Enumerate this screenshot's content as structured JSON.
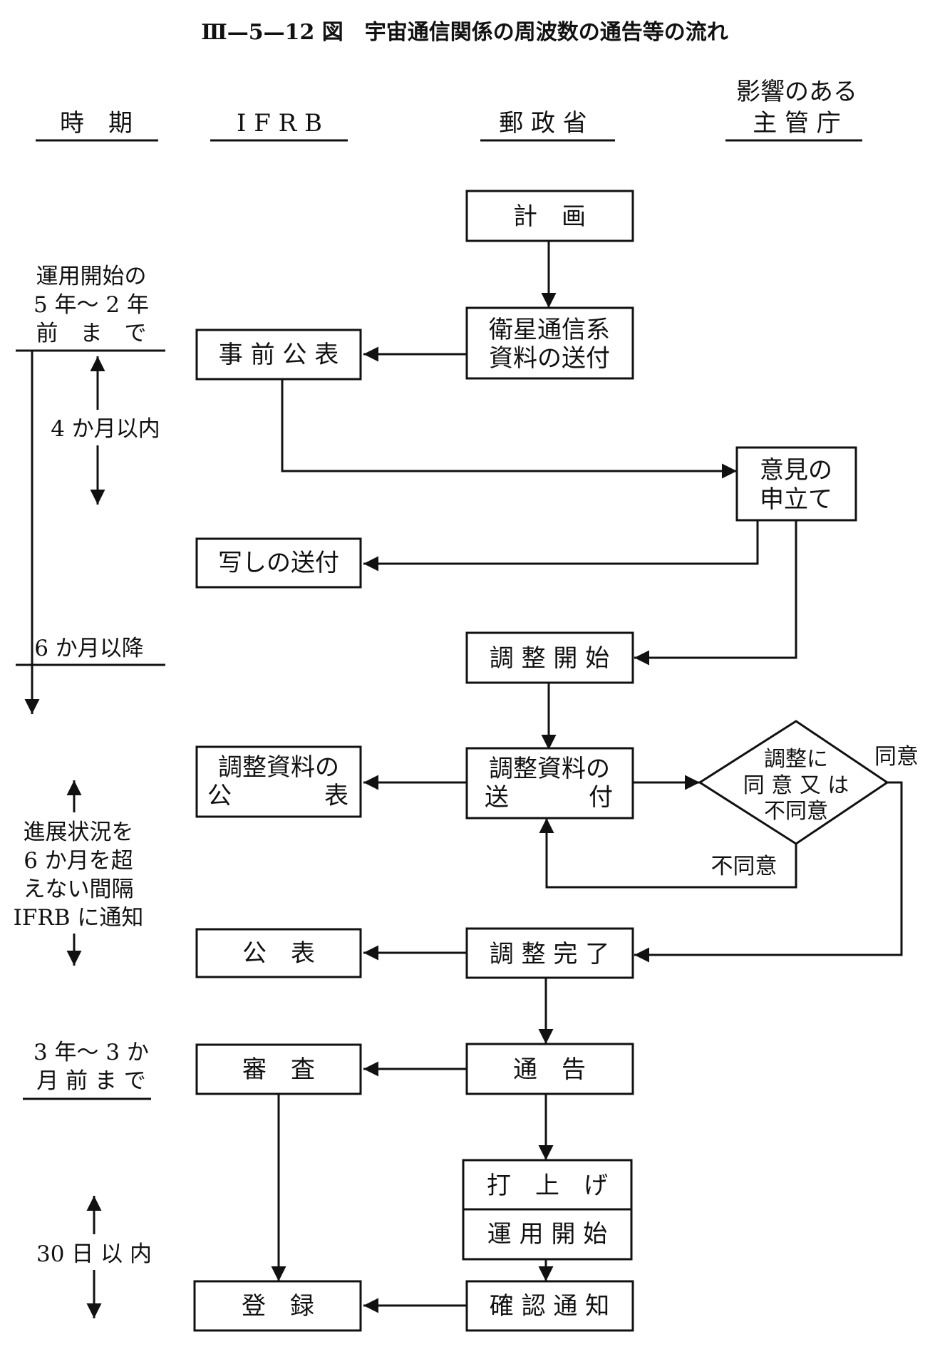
{
  "title": "Ⅲ—5—12 図　宇宙通信関係の周波数の通告等の流れ",
  "columns": {
    "period": "時　期",
    "ifrb": "I F R B",
    "ministry": "郵 政 省",
    "affected_1": "影響のある",
    "affected_2": "主 管 庁"
  },
  "timeline": {
    "start_1": "運用開始の",
    "start_2": "5 年～ 2 年",
    "start_3": "前　ま　で",
    "within_4_months": "4 か月以内",
    "after_6_months": "6 か月以降",
    "progress_1": "進展状況を",
    "progress_2": "6 か月を超",
    "progress_3": "えない間隔",
    "progress_4": "IFRB に通知",
    "before_1": "3 年～ 3 か",
    "before_2": "月 前 ま で",
    "within_30_days": "30 日 以 内"
  },
  "boxes": {
    "plan": "計　画",
    "satellite_1": "衛星通信系",
    "satellite_2": "資料の送付",
    "advance": "事 前 公 表",
    "opinion_1": "意見の",
    "opinion_2": "申立て",
    "copy": "写しの送付",
    "coord_start": "調 整 開 始",
    "coord_pub_1": "調整資料の",
    "coord_pub_2a": "公",
    "coord_pub_2b": "表",
    "coord_send_1": "調整資料の",
    "coord_send_2a": "送",
    "coord_send_2b": "付",
    "decision_1": "調整に",
    "decision_2": "同 意 又 は",
    "decision_3": "不同意",
    "agree": "同意",
    "disagree": "不同意",
    "publish": "公　表",
    "coord_done": "調 整 完 了",
    "review": "審　査",
    "notify": "通　告",
    "launch": "打　上　げ",
    "op_start": "運 用 開 始",
    "register": "登　録",
    "confirm": "確 認 通 知"
  }
}
